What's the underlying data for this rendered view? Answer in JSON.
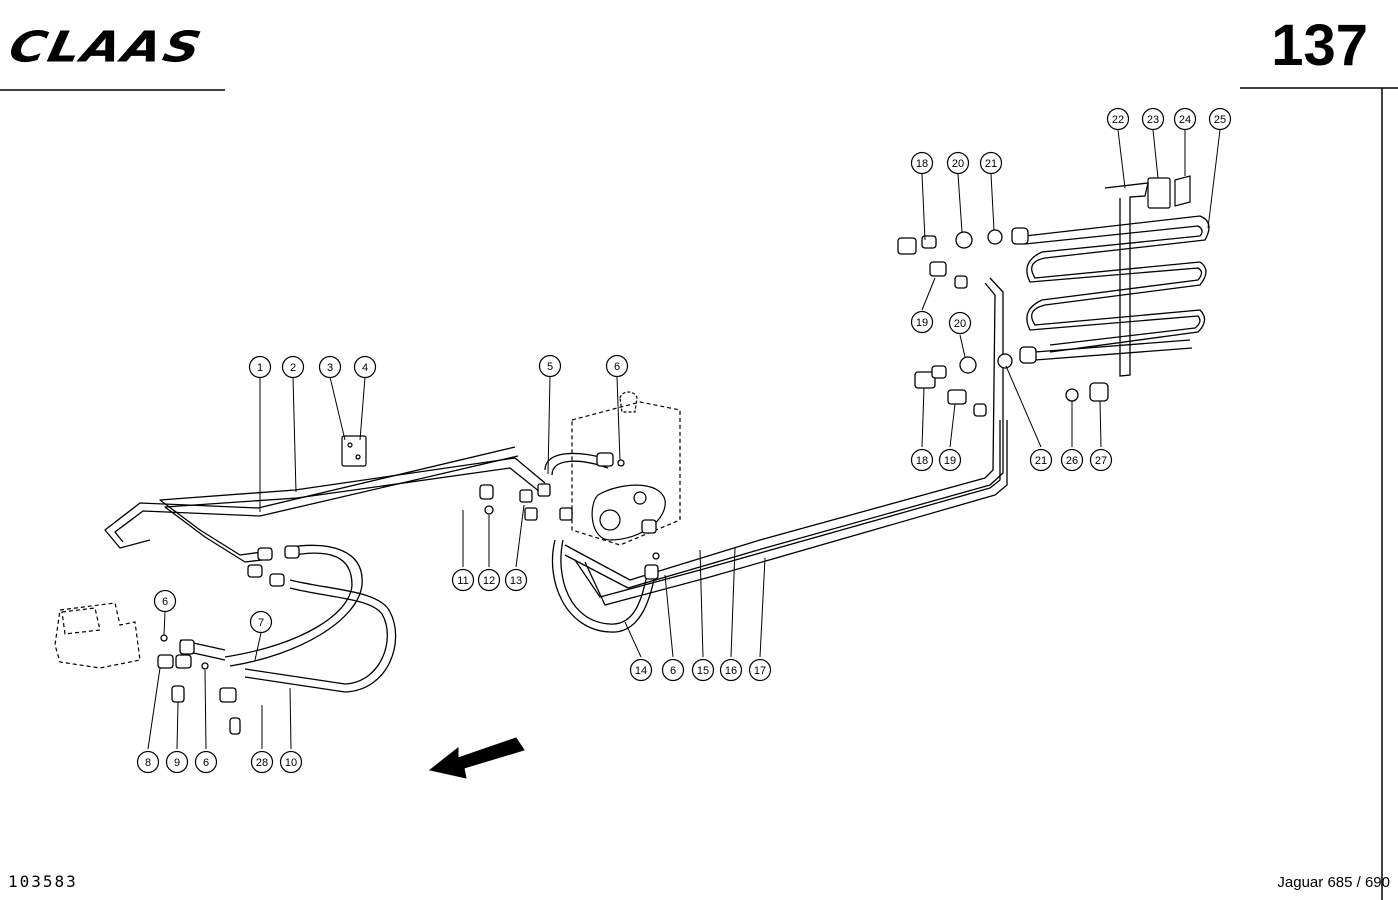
{
  "header": {
    "brand": "CLAAS",
    "page_number": "137"
  },
  "footer": {
    "doc_code": "103583",
    "model": "Jaguar 685 / 690"
  },
  "callouts": [
    {
      "id": "c1",
      "label": "1"
    },
    {
      "id": "c2",
      "label": "2"
    },
    {
      "id": "c3",
      "label": "3"
    },
    {
      "id": "c4",
      "label": "4"
    },
    {
      "id": "c5",
      "label": "5"
    },
    {
      "id": "c6a",
      "label": "6"
    },
    {
      "id": "c6b",
      "label": "6"
    },
    {
      "id": "c6c",
      "label": "6"
    },
    {
      "id": "c6d",
      "label": "6"
    },
    {
      "id": "c7",
      "label": "7"
    },
    {
      "id": "c8",
      "label": "8"
    },
    {
      "id": "c9",
      "label": "9"
    },
    {
      "id": "c10",
      "label": "10"
    },
    {
      "id": "c11",
      "label": "11"
    },
    {
      "id": "c12",
      "label": "12"
    },
    {
      "id": "c13",
      "label": "13"
    },
    {
      "id": "c14",
      "label": "14"
    },
    {
      "id": "c15",
      "label": "15"
    },
    {
      "id": "c16",
      "label": "16"
    },
    {
      "id": "c17",
      "label": "17"
    },
    {
      "id": "c18a",
      "label": "18"
    },
    {
      "id": "c18b",
      "label": "18"
    },
    {
      "id": "c19a",
      "label": "19"
    },
    {
      "id": "c19b",
      "label": "19"
    },
    {
      "id": "c20a",
      "label": "20"
    },
    {
      "id": "c20b",
      "label": "20"
    },
    {
      "id": "c21a",
      "label": "21"
    },
    {
      "id": "c21b",
      "label": "21"
    },
    {
      "id": "c22",
      "label": "22"
    },
    {
      "id": "c23",
      "label": "23"
    },
    {
      "id": "c24",
      "label": "24"
    },
    {
      "id": "c25",
      "label": "25"
    },
    {
      "id": "c26",
      "label": "26"
    },
    {
      "id": "c27",
      "label": "27"
    },
    {
      "id": "c28",
      "label": "28"
    }
  ]
}
